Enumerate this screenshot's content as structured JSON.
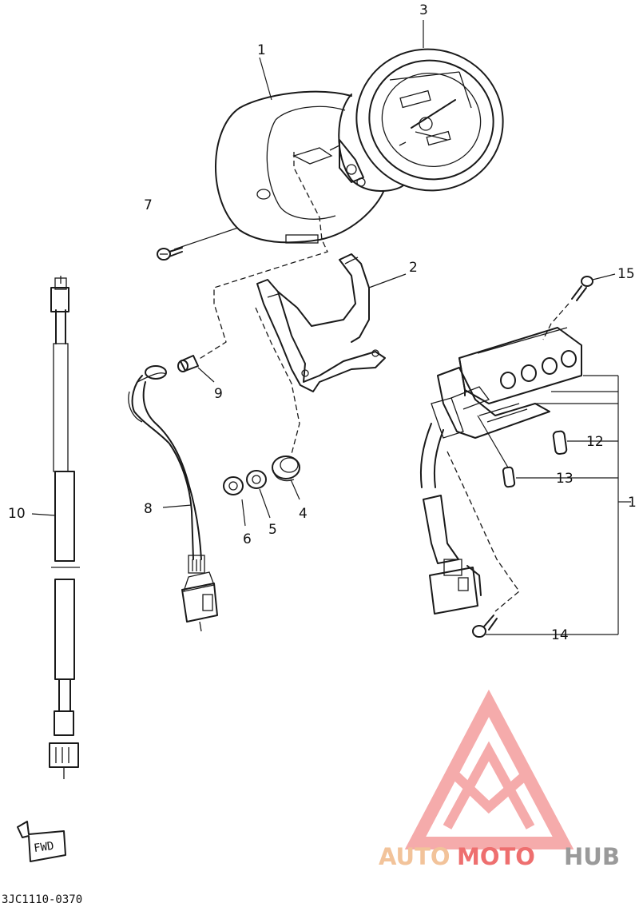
{
  "diagram": {
    "part_labels": [
      {
        "id": "1",
        "text": "1"
      },
      {
        "id": "2",
        "text": "2"
      },
      {
        "id": "3",
        "text": "3"
      },
      {
        "id": "4",
        "text": "4"
      },
      {
        "id": "5",
        "text": "5"
      },
      {
        "id": "6",
        "text": "6"
      },
      {
        "id": "7",
        "text": "7"
      },
      {
        "id": "8",
        "text": "8"
      },
      {
        "id": "9",
        "text": "9"
      },
      {
        "id": "10",
        "text": "10"
      },
      {
        "id": "12",
        "text": "12"
      },
      {
        "id": "13",
        "text": "13"
      },
      {
        "id": "14",
        "text": "14"
      },
      {
        "id": "15",
        "text": "15"
      },
      {
        "id": "1b",
        "text": "1"
      }
    ],
    "direction_arrow": "FWD",
    "drawing_code": "3JC1110-0370"
  },
  "watermark": {
    "brand_part1": "AUTO",
    "brand_part2": "MOTO",
    "brand_part3": "HUB",
    "color_light": "#f2c39a",
    "color_red": "#ee6f6f",
    "color_gray": "#9a9a9a"
  }
}
